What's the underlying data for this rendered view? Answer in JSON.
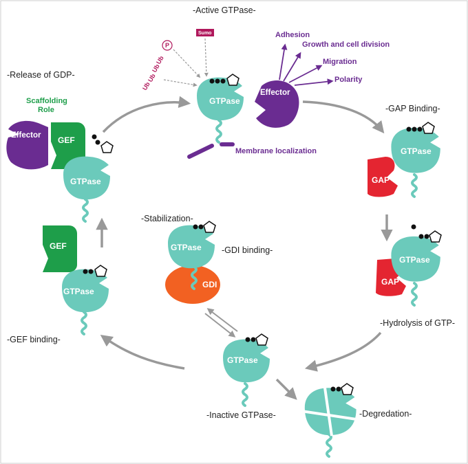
{
  "labels": {
    "active_gtpase": "-Active GTPase-",
    "release_gdp": "-Release of GDP-",
    "gap_binding": "-GAP Binding-",
    "stabilization": "-Stabilization-",
    "gdi_binding": "-GDI binding-",
    "hydrolysis": "-Hydrolysis of GTP-",
    "gef_binding": "-GEF binding-",
    "inactive_gtpase": "-Inactive GTPase-",
    "degradation": "-Degredation-"
  },
  "proteins": {
    "gtpase": "GTPase",
    "effector": "Effector",
    "gef": "GEF",
    "gap": "GAP",
    "gdi": "GDI"
  },
  "modifications": {
    "phospho": "P",
    "sumo": "Sumo",
    "ubiquitin": "Ub"
  },
  "scaffolding": [
    "Scaffolding",
    "Role"
  ],
  "effector_outputs": [
    "Adhesion",
    "Growth and cell division",
    "Migration",
    "Polarity"
  ],
  "membrane_localization": "Membrane localization",
  "colors": {
    "gtpase": "#6bcabb",
    "effector": "#6a2c91",
    "gef": "#1e9e4a",
    "gap": "#e42531",
    "gdi": "#f26122",
    "arrow": "#999999",
    "modification": "#b0185c"
  }
}
